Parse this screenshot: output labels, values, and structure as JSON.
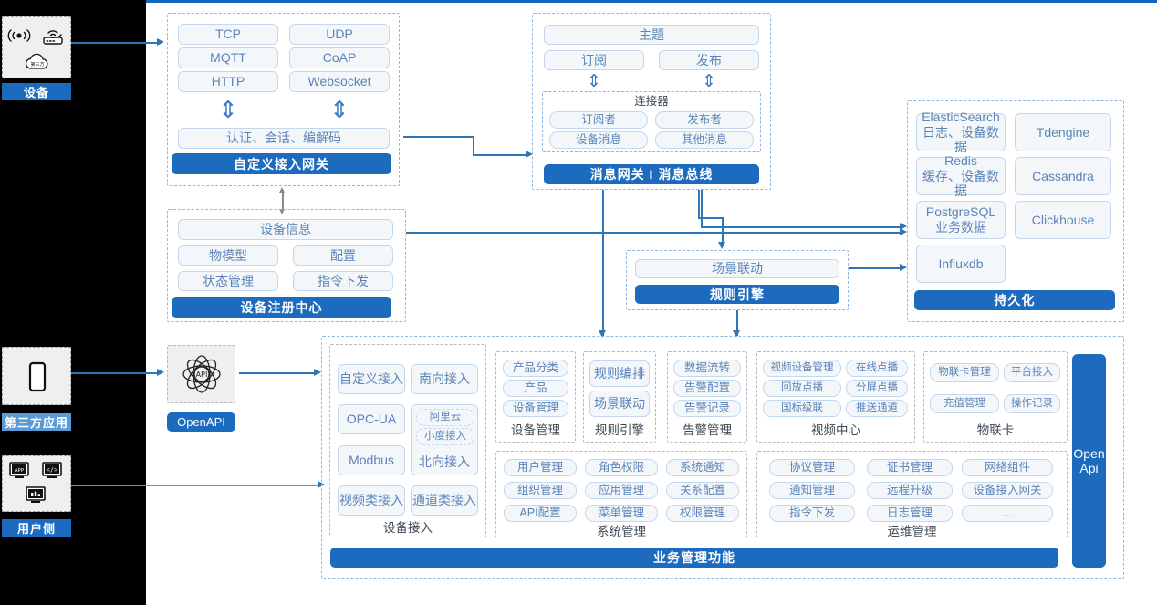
{
  "meta": {
    "accent_blue": "#1C6BBE",
    "line_blue": "#2E75B6",
    "pill_text": "#5C84B8",
    "rail_bg": "#EFEFEF"
  },
  "left_rail": {
    "device": {
      "label": "设备",
      "icons": [
        "signal-waves-icon",
        "router-icon",
        "cloud-icon"
      ]
    },
    "third_party": {
      "label": "第三方应用",
      "icons": [
        "mobile-phone-icon"
      ]
    },
    "user_side": {
      "label": "用户侧",
      "icons": [
        "app-window-icon",
        "code-window-icon",
        "chart-window-icon"
      ]
    }
  },
  "gateway": {
    "protocols": [
      "TCP",
      "UDP",
      "MQTT",
      "CoAP",
      "HTTP",
      "Websocket"
    ],
    "middle": "认证、会话、编解码",
    "bar": "自定义接入网关"
  },
  "message_bus": {
    "topic": "主题",
    "sub": "订阅",
    "pub": "发布",
    "connector_title": "连接器",
    "connector_items": [
      "订阅者",
      "发布者",
      "设备消息",
      "其他消息"
    ],
    "bar": "消息网关 I 消息总线"
  },
  "registry": {
    "info": "设备信息",
    "items": [
      "物模型",
      "配置",
      "状态管理",
      "指令下发"
    ],
    "bar": "设备注册中心"
  },
  "rule": {
    "scene": "场景联动",
    "bar": "规则引擎"
  },
  "persistence": {
    "items": [
      {
        "name": "ElasticSearch",
        "sub": "日志、设备数据"
      },
      {
        "name": "Tdengine",
        "sub": ""
      },
      {
        "name": "Redis",
        "sub": "缓存、设备数据"
      },
      {
        "name": "Cassandra",
        "sub": ""
      },
      {
        "name": "PostgreSQL",
        "sub": "业务数据"
      },
      {
        "name": "Clickhouse",
        "sub": ""
      },
      {
        "name": "Influxdb",
        "sub": ""
      }
    ],
    "bar": "持久化"
  },
  "openapi": {
    "label": "OpenAPI",
    "icon": "api-atom-icon",
    "vertical_label": "Open\nApi",
    "vertical_line1": "Open",
    "vertical_line2": "Api"
  },
  "business": {
    "bar": "业务管理功能",
    "device_access": {
      "title": "设备接入",
      "items": [
        "自定义接入",
        "南向接入",
        "OPC-UA",
        "Modbus",
        "视频类接入",
        "通道类接入"
      ],
      "northbound": {
        "label": "北向接入",
        "nested": [
          "阿里云",
          "小度接入"
        ]
      }
    },
    "device_mgmt": {
      "title": "设备管理",
      "items": [
        "产品分类",
        "产品",
        "设备管理"
      ]
    },
    "rule_engine": {
      "title": "规则引擎",
      "items": [
        "规则编排",
        "场景联动"
      ]
    },
    "alarm_mgmt": {
      "title": "告警管理",
      "items": [
        "数据流转",
        "告警配置",
        "告警记录"
      ]
    },
    "video_center": {
      "title": "视频中心",
      "items": [
        "视频设备管理",
        "在线点播",
        "回放点播",
        "分屏点播",
        "国标级联",
        "推送通道"
      ]
    },
    "iot_card": {
      "title": "物联卡",
      "items": [
        "物联卡管理",
        "平台接入",
        "充值管理",
        "操作记录"
      ]
    },
    "system_mgmt": {
      "title": "系统管理",
      "items": [
        "用户管理",
        "角色权限",
        "系统通知",
        "组织管理",
        "应用管理",
        "关系配置",
        "API配置",
        "菜单管理",
        "权限管理"
      ]
    },
    "ops_mgmt": {
      "title": "运维管理",
      "items": [
        "协议管理",
        "证书管理",
        "网络组件",
        "通知管理",
        "远程升级",
        "设备接入网关",
        "指令下发",
        "日志管理",
        "..."
      ]
    }
  }
}
